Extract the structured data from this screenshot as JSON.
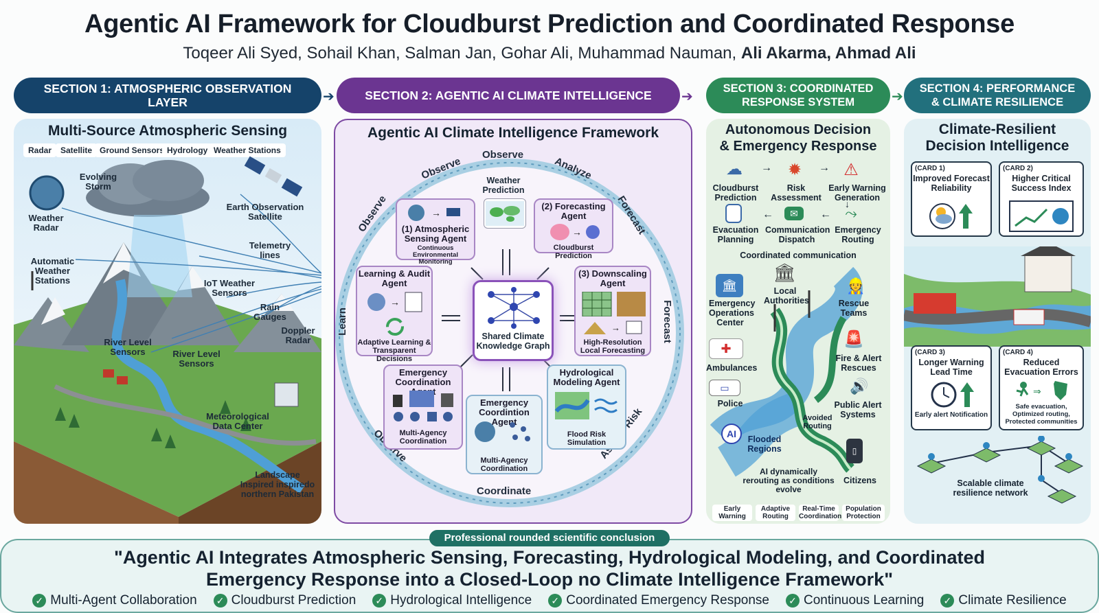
{
  "title": "Agentic AI Framework for Cloudburst Prediction and Coordinated Response",
  "authors_regular": "Toqeer Ali Syed, Sohail Khan, Salman Jan, Gohar Ali, Muhammad Nauman,",
  "authors_bold": "Ali Akarma, Ahmad Ali",
  "colors": {
    "section1": "#15436a",
    "section2": "#6b3591",
    "section3": "#2c8b58",
    "section4": "#22707d",
    "footer": "#1f7064"
  },
  "sections": [
    {
      "label": "SECTION 1: ATMOSPHERIC OBSERVATION LAYER"
    },
    {
      "label": "SECTION 2: AGENTIC AI CLIMATE INTELLIGENCE"
    },
    {
      "label": "SECTION 3: COORDINATED RESPONSE SYSTEM"
    },
    {
      "label": "SECTION 4: PERFORMANCE & CLIMATE RESILIENCE"
    }
  ],
  "panel1": {
    "title": "Multi-Source Atmospheric Sensing",
    "chips": [
      "Radar",
      "Satellite",
      "Ground Sensors",
      "Hydrology",
      "Weather Stations"
    ],
    "labels": {
      "evolving_storm": "Evolving Storm",
      "weather_radar": "Weather Radar",
      "satellite": "Earth Observation Satellite",
      "telemetry": "Telemetry lines",
      "aws": "Automatic Weather Stations",
      "iot": "IoT Weather Sensors",
      "rain_gauges": "Rain Gauges",
      "doppler": "Doppler Radar",
      "river1": "River Level Sensors",
      "river2": "River Level Sensors",
      "met_center": "Meteorological Data Center",
      "landscape": "Landscape Inspired inspiredo northern Pakistan"
    }
  },
  "panel2": {
    "title": "Agentic AI Climate Intelligence Framework",
    "ring": {
      "observe_top": "Observe",
      "observe_tl": "Observe",
      "observe_l": "Observe",
      "analyze": "Analyze",
      "forecast_tr": "Forecast",
      "forecast_r": "Forecast",
      "assess": "Assess Risk",
      "coordinate": "Coordinate",
      "observe_bl": "Observe",
      "learn": "Learn"
    },
    "weather_prediction": "Weather Prediction",
    "center": "Shared Climate Knowledge Graph",
    "agents": {
      "sensing": {
        "name": "(1) Atmospheric Sensing Agent",
        "desc": "Continuous Environmental Monitoring"
      },
      "forecasting": {
        "name": "(2) Forecasting Agent",
        "desc": "Cloudburst Prediction"
      },
      "downscaling": {
        "name": "(3) Downscaling Agent",
        "desc": "High-Resolution Local Forecasting"
      },
      "learning": {
        "name": "Learning & Audit Agent",
        "desc": "Adaptive Learning & Transparent Decisions"
      },
      "emergency": {
        "name": "Emergency Coordination Agent",
        "desc": "Multi-Agency Coordination"
      },
      "coordination": {
        "name": "Emergency Coordintion Agent",
        "desc": "Multi-Agency Coordination"
      },
      "hydro": {
        "name": "Hydrological Modeling Agent",
        "desc": "Flood Risk Simulation"
      }
    }
  },
  "panel3": {
    "title": "Autonomous Decision & Emergency Response",
    "flow": [
      "Cloudburst Prediction",
      "Risk Assessment",
      "Early Warning Generation",
      "Evacuation Planning",
      "Communication Dispatch",
      "Emergency Routing"
    ],
    "coordinated": "Coordinated communication",
    "nodes": {
      "eoc": "Emergency Operations Center",
      "local": "Local Authorities",
      "rescue": "Rescue Teams",
      "ambulances": "Ambulances",
      "fire": "Fire & Alert Rescues",
      "police": "Police",
      "public": "Public Alert Systems",
      "avoided": "Avoided Routing",
      "flooded": "Flooded Regions",
      "ai": "AI",
      "rerouting": "AI dynamically rerouting as conditions evolve",
      "citizens": "Citizens"
    },
    "tags": [
      "Early Warning",
      "Adaptive Routing",
      "Real-Time Coordination",
      "Population Protection"
    ]
  },
  "panel4": {
    "title": "Climate-Resilient Decision Intelligence",
    "cards": [
      {
        "num": "(CARD 1)",
        "name": "Improved Forecast Reliability",
        "desc": ""
      },
      {
        "num": "(CARD 2)",
        "name": "Higher Critical Success Index",
        "desc": ""
      },
      {
        "num": "(CARD 3)",
        "name": "Longer Warning Lead Time",
        "desc": "Early alert Notification"
      },
      {
        "num": "(CARD 4)",
        "name": "Reduced Evacuation Errors",
        "desc": "Safe evacuation, Optimized routing, Protected communities"
      }
    ],
    "network": "Scalable climate resilience network"
  },
  "footer": {
    "tag": "Professional rounded scientific conclusion",
    "quote": "\"Agentic AI Integrates Atmospheric Sensing, Forecasting, Hydrological Modeling, and Coordinated Emergency Response into a Closed-Loop no Climate Intelligence Framework\"",
    "items": [
      "Multi-Agent Collaboration",
      "Cloudburst Prediction",
      "Hydrological Intelligence",
      "Coordinated Emergency Response",
      "Continuous Learning",
      "Climate Resilience"
    ]
  }
}
